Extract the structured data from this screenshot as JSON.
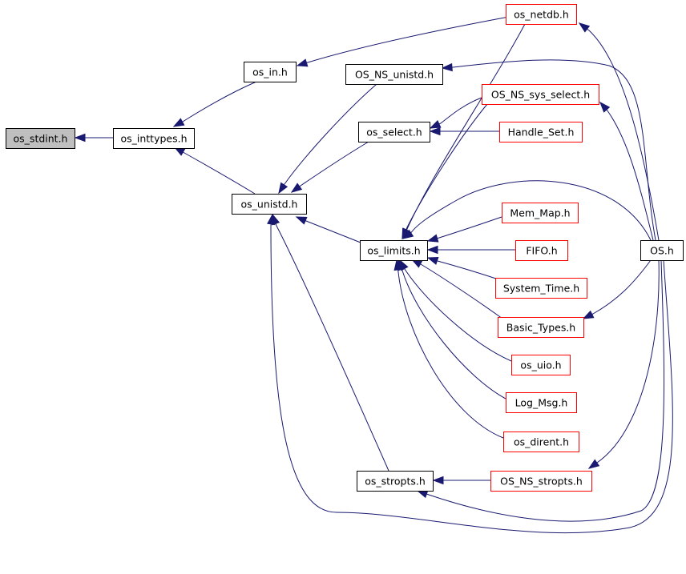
{
  "diagram": {
    "colors": {
      "edge": "#191970",
      "root_fill": "#bfbfbf",
      "root_border": "#000000",
      "node_border_black": "#000000",
      "node_border_red": "#ff0000",
      "node_fill": "#ffffff"
    },
    "nodes": {
      "os_stdint": {
        "label": "os_stdint.h",
        "style": "root"
      },
      "os_inttypes": {
        "label": "os_inttypes.h",
        "style": "black"
      },
      "os_in": {
        "label": "os_in.h",
        "style": "black"
      },
      "os_netdb": {
        "label": "os_netdb.h",
        "style": "red"
      },
      "OS_NS_unistd": {
        "label": "OS_NS_unistd.h",
        "style": "black"
      },
      "OS_NS_sys_select": {
        "label": "OS_NS_sys_select.h",
        "style": "red"
      },
      "os_select": {
        "label": "os_select.h",
        "style": "black"
      },
      "Handle_Set": {
        "label": "Handle_Set.h",
        "style": "red"
      },
      "os_unistd": {
        "label": "os_unistd.h",
        "style": "black"
      },
      "Mem_Map": {
        "label": "Mem_Map.h",
        "style": "red"
      },
      "os_limits": {
        "label": "os_limits.h",
        "style": "black"
      },
      "FIFO": {
        "label": "FIFO.h",
        "style": "red"
      },
      "OS": {
        "label": "OS.h",
        "style": "black"
      },
      "System_Time": {
        "label": "System_Time.h",
        "style": "red"
      },
      "Basic_Types": {
        "label": "Basic_Types.h",
        "style": "red"
      },
      "os_uio": {
        "label": "os_uio.h",
        "style": "red"
      },
      "Log_Msg": {
        "label": "Log_Msg.h",
        "style": "red"
      },
      "os_dirent": {
        "label": "os_dirent.h",
        "style": "red"
      },
      "os_stropts": {
        "label": "os_stropts.h",
        "style": "black"
      },
      "OS_NS_stropts": {
        "label": "OS_NS_stropts.h",
        "style": "red"
      }
    },
    "edges": [
      {
        "from": "os_inttypes",
        "to": "os_stdint"
      },
      {
        "from": "os_in",
        "to": "os_inttypes"
      },
      {
        "from": "os_unistd",
        "to": "os_inttypes"
      },
      {
        "from": "os_netdb",
        "to": "os_in"
      },
      {
        "from": "OS_NS_unistd",
        "to": "os_unistd"
      },
      {
        "from": "os_select",
        "to": "os_unistd"
      },
      {
        "from": "os_limits",
        "to": "os_unistd"
      },
      {
        "from": "os_stropts",
        "to": "os_unistd"
      },
      {
        "from": "OS_NS_stropts",
        "to": "os_unistd"
      },
      {
        "from": "OS_NS_sys_select",
        "to": "os_select"
      },
      {
        "from": "Handle_Set",
        "to": "os_select"
      },
      {
        "from": "os_netdb",
        "to": "os_limits"
      },
      {
        "from": "OS_NS_sys_select",
        "to": "os_limits"
      },
      {
        "from": "OS",
        "to": "os_limits"
      },
      {
        "from": "Mem_Map",
        "to": "os_limits"
      },
      {
        "from": "FIFO",
        "to": "os_limits"
      },
      {
        "from": "System_Time",
        "to": "os_limits"
      },
      {
        "from": "Basic_Types",
        "to": "os_limits"
      },
      {
        "from": "os_uio",
        "to": "os_limits"
      },
      {
        "from": "Log_Msg",
        "to": "os_limits"
      },
      {
        "from": "os_dirent",
        "to": "os_limits"
      },
      {
        "from": "OS_NS_stropts",
        "to": "os_stropts"
      },
      {
        "from": "OS",
        "to": "os_stropts"
      },
      {
        "from": "OS",
        "to": "os_netdb"
      },
      {
        "from": "OS",
        "to": "OS_NS_unistd"
      },
      {
        "from": "OS",
        "to": "OS_NS_sys_select"
      },
      {
        "from": "OS",
        "to": "Basic_Types"
      },
      {
        "from": "OS",
        "to": "OS_NS_stropts"
      }
    ]
  }
}
